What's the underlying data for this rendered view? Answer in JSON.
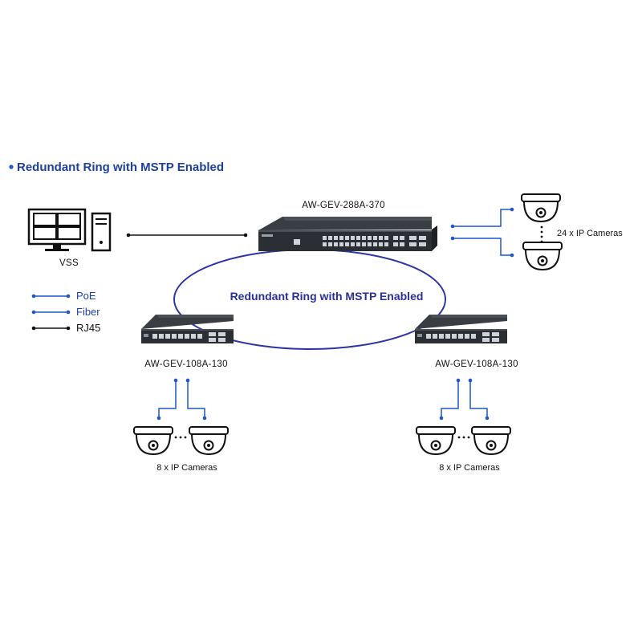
{
  "diagram": {
    "heading": "Redundant Ring with MSTP Enabled",
    "ring_label": "Redundant Ring with MSTP Enabled",
    "vss_label": "VSS",
    "core_switch": {
      "model": "AW-GEV-288A-370"
    },
    "left_switch": {
      "model": "AW-GEV-108A-130"
    },
    "right_switch": {
      "model": "AW-GEV-108A-130"
    },
    "core_cameras_label": "24 x IP Cameras",
    "left_cameras_label": "8 x IP Cameras",
    "right_cameras_label": "8 x IP Cameras",
    "legend": [
      {
        "label": "PoE",
        "color": "#1f3f9f"
      },
      {
        "label": "Fiber",
        "color": "#1f3f9f"
      },
      {
        "label": "RJ45",
        "color": "#111111"
      }
    ],
    "colors": {
      "ring": "#2e33a6",
      "poe": "#1f56c8",
      "rj45": "#111111",
      "switch_body": "#2b2e33"
    }
  }
}
